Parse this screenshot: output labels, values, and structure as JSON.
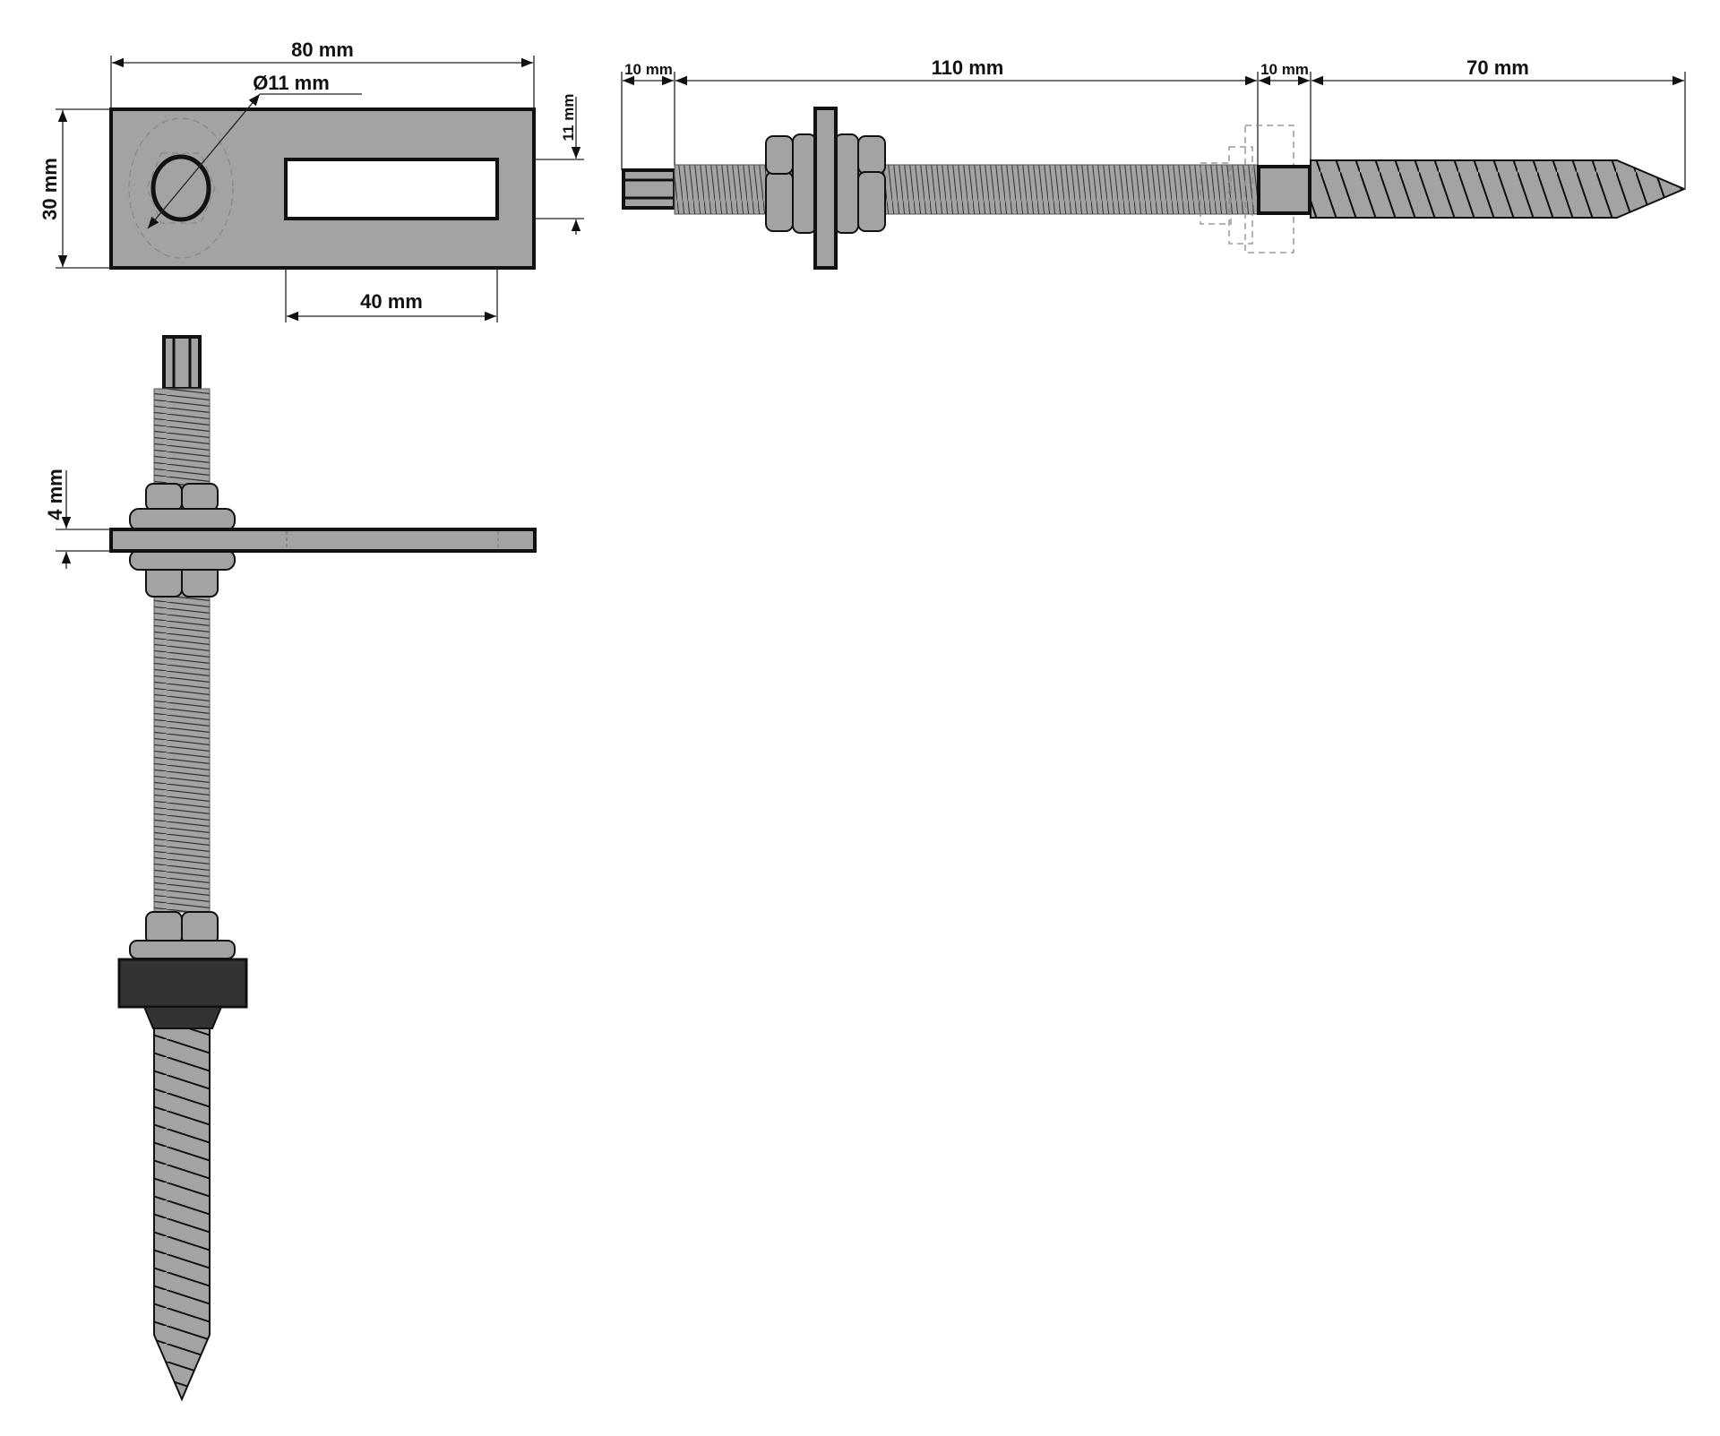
{
  "title": "Hanger bolt with mounting plate – dimension drawing",
  "colors": {
    "metal": "#a3a3a3",
    "outline": "#111111",
    "rubber": "#333333"
  },
  "plate_view": {
    "width_label": "80 mm",
    "height_label": "30 mm",
    "hole_label": "Ø11 mm",
    "slot_width_label": "11 mm",
    "slot_length_label": "40 mm"
  },
  "bolt_side_view": {
    "segments": [
      "10 mm",
      "110 mm",
      "10 mm",
      "70 mm"
    ]
  },
  "bolt_vertical_view": {
    "plate_thickness_label": "4 mm"
  }
}
